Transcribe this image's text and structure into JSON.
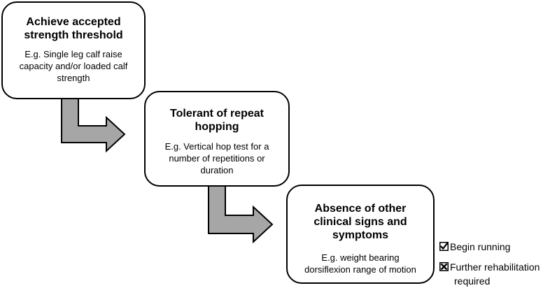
{
  "colors": {
    "arrow_fill": "#a6a6a6",
    "stroke": "#000000",
    "box_fill": "#ffffff"
  },
  "steps": [
    {
      "title_lines": [
        "Achieve accepted",
        "strength threshold"
      ],
      "body_lines": [
        "E.g. Single leg calf raise",
        "capacity and/or loaded calf",
        "strength"
      ]
    },
    {
      "title_lines": [
        "Tolerant of repeat",
        "hopping"
      ],
      "body_lines": [
        "E.g. Vertical hop test for a",
        "number of repetitions or",
        "duration"
      ]
    },
    {
      "title_lines": [
        "Absence of other",
        "clinical signs and",
        "symptoms"
      ],
      "body_lines": [
        "E.g. weight bearing",
        "dorsiflexion range of motion"
      ]
    }
  ],
  "outcomes": [
    {
      "icon": "checked-box-icon",
      "label": "Begin running"
    },
    {
      "icon": "crossed-box-icon",
      "label_lines": [
        "Further rehabilitation",
        "required"
      ]
    }
  ]
}
